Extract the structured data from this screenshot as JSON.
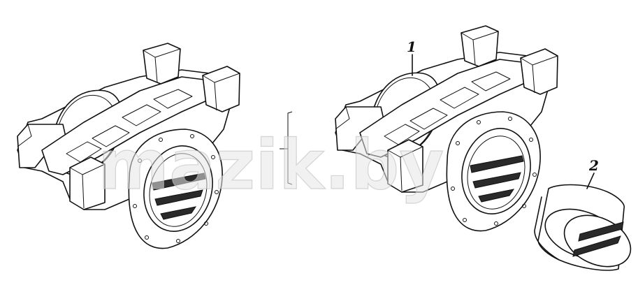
{
  "diagram": {
    "callouts": [
      {
        "id": "1",
        "text": "1"
      },
      {
        "id": "2",
        "text": "2"
      }
    ],
    "watermark": "mazik.by",
    "parts": [
      {
        "name": "housing-assembled",
        "icon": "axle-housing-icon"
      },
      {
        "name": "housing-with-callout",
        "icon": "axle-housing-icon"
      },
      {
        "name": "bushing",
        "icon": "bushing-sleeve-icon"
      }
    ]
  }
}
